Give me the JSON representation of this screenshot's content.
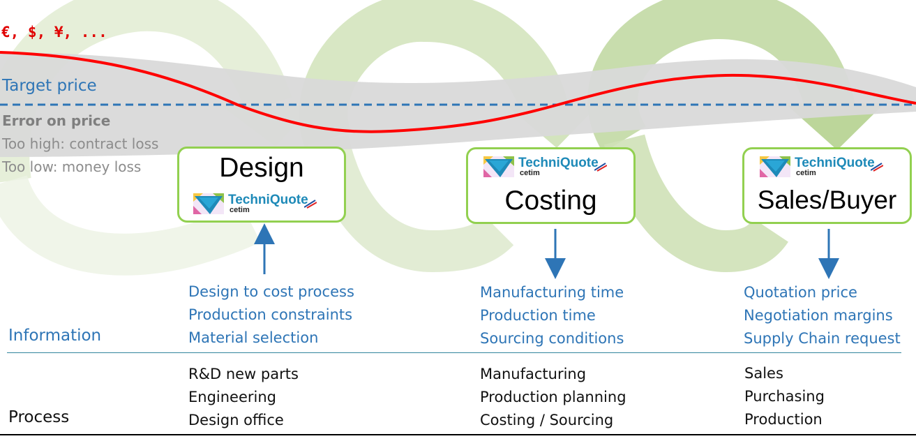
{
  "header": {
    "currency_label": "€, $, ¥, ...",
    "target_label": "Target price",
    "error_title": "Error on price",
    "error_lines": [
      "Too high: contract loss",
      "Too low: money loss"
    ]
  },
  "stages": [
    {
      "title": "Design",
      "logo": {
        "name": "TechniQuote",
        "sub": "cetim"
      },
      "arrow_direction": "up",
      "information": [
        "Design to cost process",
        "Production constraints",
        "Material selection"
      ],
      "process": [
        "R&D new parts",
        "Engineering",
        "Design office"
      ]
    },
    {
      "title": "Costing",
      "logo": {
        "name": "TechniQuote",
        "sub": "cetim"
      },
      "arrow_direction": "down",
      "information": [
        "Manufacturing time",
        "Production time",
        "Sourcing conditions"
      ],
      "process": [
        "Manufacturing",
        "Production planning",
        "Costing / Sourcing"
      ]
    },
    {
      "title": "Sales/Buyer",
      "logo": {
        "name": "TechniQuote",
        "sub": "cetim"
      },
      "arrow_direction": "down",
      "information": [
        "Quotation price",
        "Negotiation margins",
        "Supply Chain request"
      ],
      "process": [
        "Sales",
        "Purchasing",
        "Production"
      ]
    }
  ],
  "rows": {
    "information_label": "Information",
    "process_label": "Process"
  },
  "colors": {
    "price_curve": "#ff0000",
    "target_line": "#2e75b6",
    "error_band": "#d9d9d9",
    "box_border": "#92d050",
    "loop_1": "#e6efd9",
    "loop_2": "#d3e4bd",
    "loop_3": "#bcd69a",
    "info_text": "#2e75b6"
  }
}
